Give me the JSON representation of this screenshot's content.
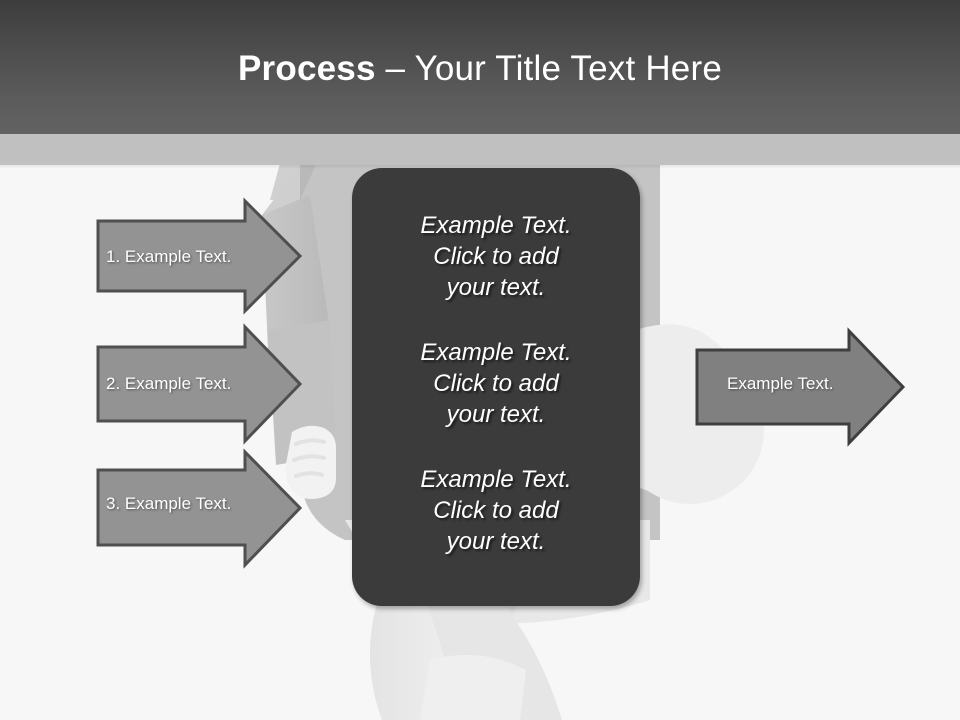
{
  "slide": {
    "background_color": "#f7f7f7",
    "header": {
      "title_strong": "Process",
      "title_rest": " – Your Title Text Here",
      "gradient_from": "#3d3d3d",
      "gradient_to": "#626262",
      "band_color": "#c0c0c0"
    },
    "center_panel": {
      "fill": "#3b3b3b",
      "blocks": [
        {
          "text": "Example Text.\nClick  to add\nyour text."
        },
        {
          "text": "Example Text.\nClick  to add\nyour text."
        },
        {
          "text": "Example Text.\nClick  to add\nyour text."
        }
      ]
    },
    "input_arrows": [
      {
        "label": "1. Example Text."
      },
      {
        "label": "2. Example Text."
      },
      {
        "label": "3. Example Text."
      }
    ],
    "output_arrow": {
      "label": "Example Text."
    },
    "arrow_style": {
      "fill": "#939393",
      "stroke": "#4f4f4f",
      "text_color": "#ffffff"
    },
    "background_figure": {
      "name": "3d-person-silhouette",
      "body_color": "#c4c4c4",
      "highlight_color": "#ededed"
    }
  }
}
